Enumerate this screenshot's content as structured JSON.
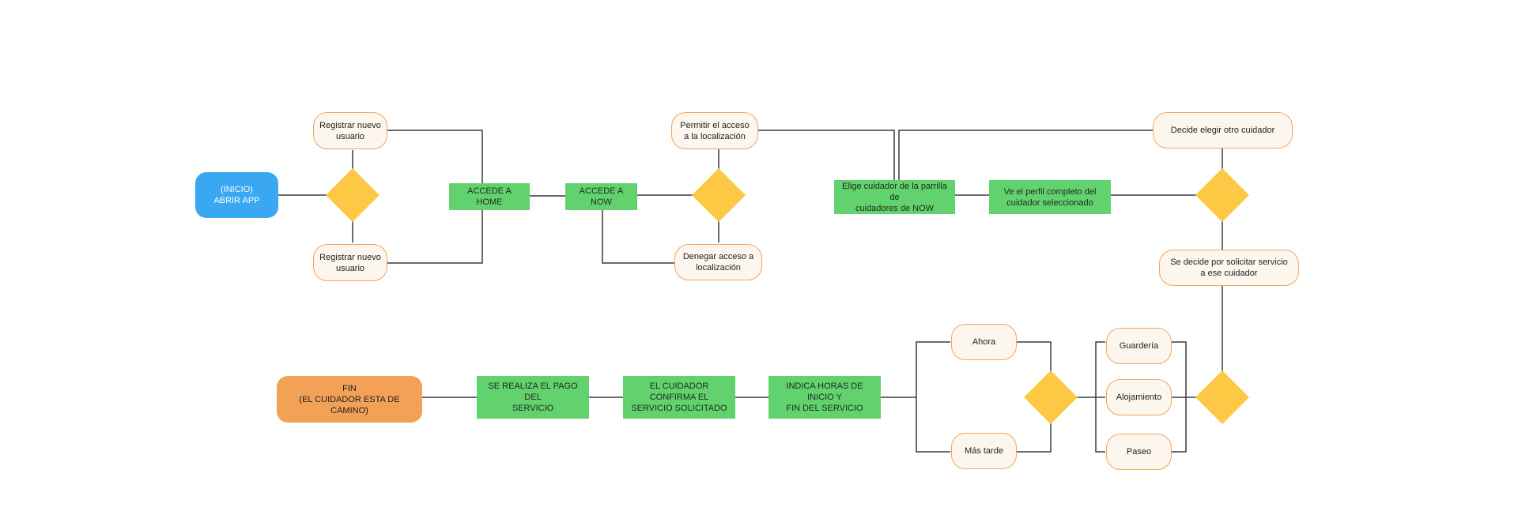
{
  "colors": {
    "start": "#3aa7f2",
    "end": "#f3a157",
    "action": "#62d26f",
    "decision": "#fdc945",
    "option_fill": "#fdf6ee",
    "option_border": "#f3a45f",
    "connector": "#3a3a3a"
  },
  "nodes": {
    "start": "(INICIO)\nABRIR APP",
    "register_top": "Registrar nuevo\nusuario",
    "register_bottom": "Registrar nuevo\nusuario",
    "home": "ACCEDE A HOME",
    "now": "ACCEDE A NOW",
    "allow_location": "Permitir el acceso\na la localización",
    "deny_location": "Denegar acceso a\nlocalización",
    "choose_carer": "Elige cuidador de la parrilla de\ncuidadores de NOW",
    "view_profile": "Ve el perfil completo del\ncuidador seleccionado",
    "other_carer": "Decide elegir otro cuidador",
    "request_service": "Se decide por solicitar servicio\na ese cuidador",
    "daycare": "Guardería",
    "lodging": "Alojamiento",
    "walk": "Paseo",
    "now_time": "Ahora",
    "later": "Más tarde",
    "hours": "INDICA HORAS DE INICIO Y\nFIN DEL SERVICIO",
    "confirm": "EL CUIDADOR CONFIRMA EL\nSERVICIO SOLICITADO",
    "payment": "SE REALIZA EL PAGO DEL\nSERVICIO",
    "end": "FIN\n(EL CUIDADOR ESTA DE CAMINO)"
  }
}
